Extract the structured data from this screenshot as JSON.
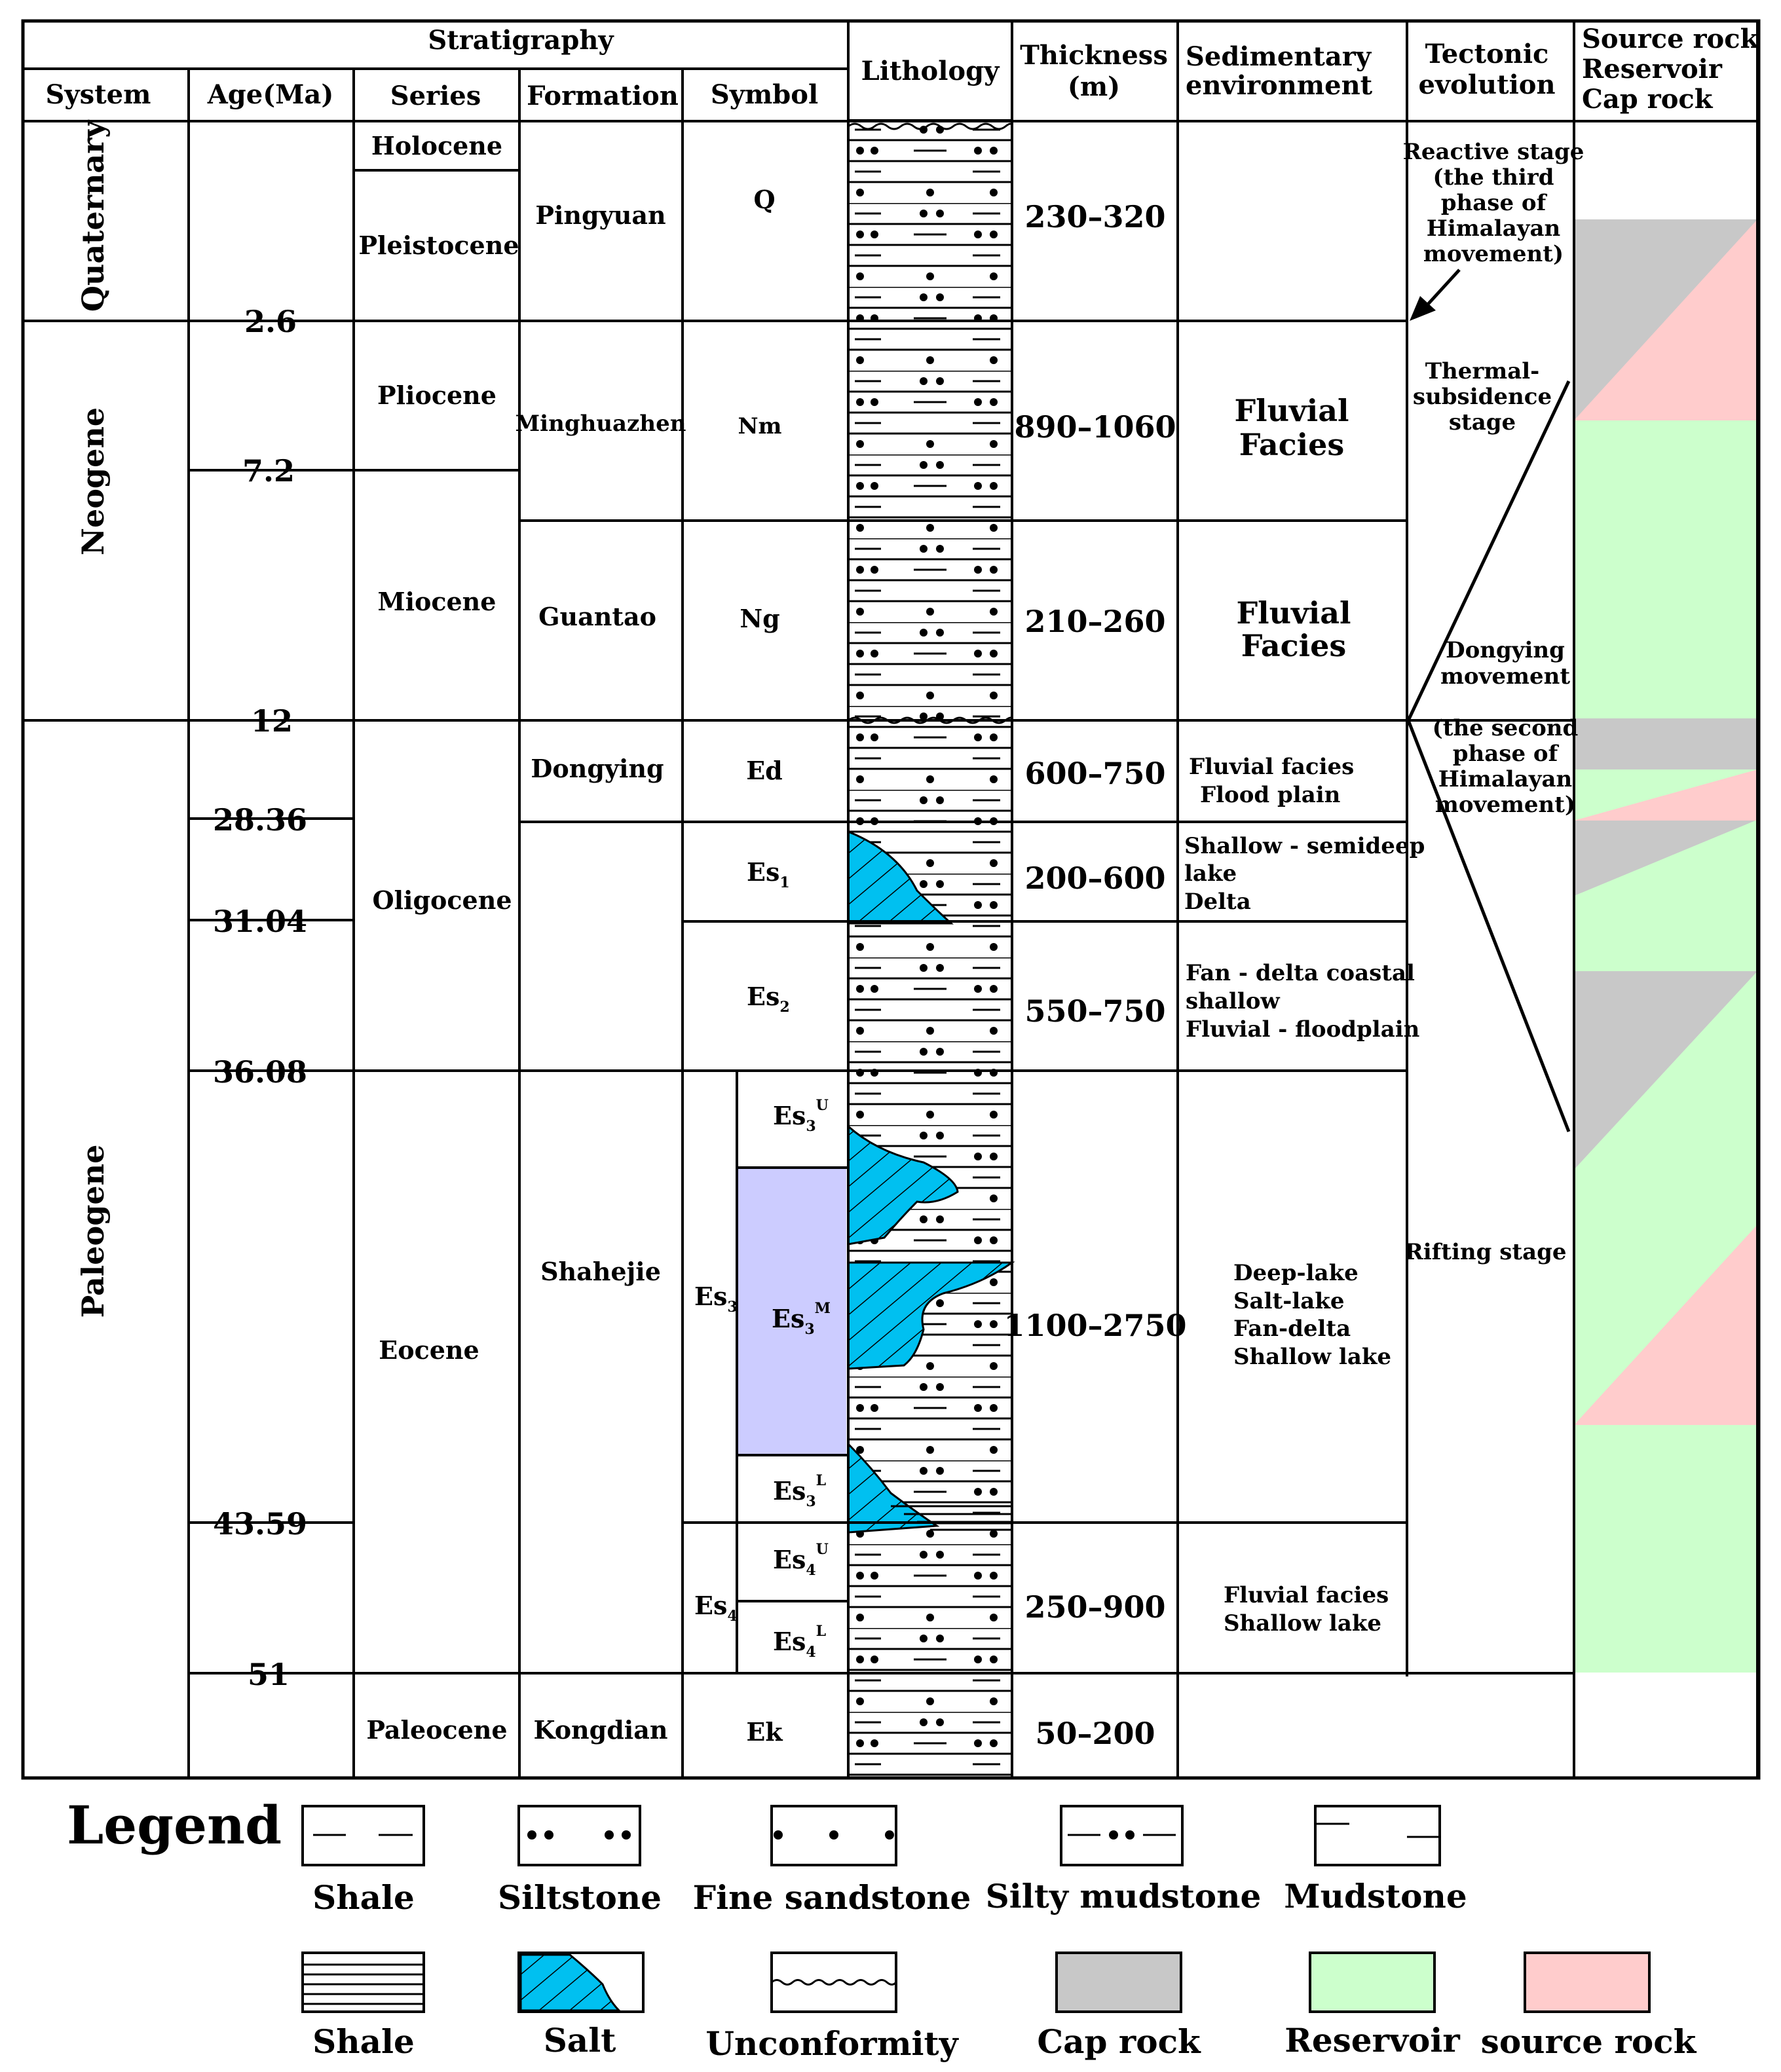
{
  "header": {
    "stratigraphy": "Stratigraphy",
    "system": "System",
    "age": "Age(Ma)",
    "series": "Series",
    "formation": "Formation",
    "symbol": "Symbol",
    "lithology": "Lithology",
    "thickness": [
      "Thickness",
      "(m)"
    ],
    "sedimentary": [
      "Sedimentary",
      "environment"
    ],
    "tectonic": [
      "Tectonic",
      "evolution"
    ],
    "source_rock": [
      "Source rock",
      "Reservoir",
      "Cap rock"
    ]
  },
  "systems": [
    "Quaternary",
    "Neogene",
    "Paleogene"
  ],
  "ages": [
    "2.6",
    "7.2",
    "12",
    "28.36",
    "31.04",
    "36.08",
    "43.59",
    "51"
  ],
  "series": [
    "Holocene",
    "Pleistocene",
    "Pliocene",
    "Miocene",
    "Oligocene",
    "Eocene",
    "Paleocene"
  ],
  "formations": [
    "Pingyuan",
    "Minghuazhen",
    "Guantao",
    "Dongying",
    "Shahejie",
    "Kongdian"
  ],
  "symbols": {
    "q": "Q",
    "nm": "Nm",
    "ng": "Ng",
    "ed": "Ed",
    "es1": {
      "base": "Es",
      "sub": "1"
    },
    "es2": {
      "base": "Es",
      "sub": "2"
    },
    "es3": {
      "base": "Es",
      "sub": "3"
    },
    "es3u": {
      "base": "Es",
      "sub": "3",
      "sup": "U"
    },
    "es3m": {
      "base": "Es",
      "sub": "3",
      "sup": "M"
    },
    "es3l": {
      "base": "Es",
      "sub": "3",
      "sup": "L"
    },
    "es4": {
      "base": "Es",
      "sub": "4"
    },
    "es4u": {
      "base": "Es",
      "sub": "4",
      "sup": "U"
    },
    "es4l": {
      "base": "Es",
      "sub": "4",
      "sup": "L"
    },
    "ek": "Ek"
  },
  "thickness": [
    "230–320",
    "890–1060",
    "210–260",
    "600–750",
    "200–600",
    "550–750",
    "1100–2750",
    "250–900",
    "50–200"
  ],
  "environments": {
    "minghuazhen": [
      "Fluvial",
      "Facies"
    ],
    "guantao": [
      "Fluvial",
      "Facies"
    ],
    "dongying": [
      "Fluvial facies",
      "Flood plain"
    ],
    "es1": [
      "Shallow - semideep",
      "lake",
      "Delta"
    ],
    "es2": [
      "Fan - delta coastal",
      "shallow",
      "Fluvial - floodplain"
    ],
    "es3": [
      "Deep-lake",
      "Salt-lake",
      "Fan-delta",
      "Shallow lake"
    ],
    "es4": [
      "Fluvial facies",
      "Shallow lake"
    ]
  },
  "tectonic": {
    "reactive": [
      "Reactive stage",
      "(the third",
      "phase of",
      "Himalayan",
      "movement)"
    ],
    "thermal": [
      "Thermal-",
      "subsidence",
      "stage"
    ],
    "dongying": [
      "Dongying",
      "movement",
      "",
      "(the second",
      "phase of",
      "Himalayan",
      "movement)"
    ],
    "rifting": "Rifting stage"
  },
  "legend": {
    "title": "Legend",
    "items": [
      "Shale",
      "Siltstone",
      "Fine sandstone",
      "Silty mudstone",
      "Mudstone",
      "Shale",
      "Salt",
      "Unconformity",
      "Cap rock",
      "Reservoir",
      "source rock"
    ]
  },
  "colors": {
    "cap_rock": "#c8c8c8",
    "reservoir": "#ccffcc",
    "source_rock": "#ffcccc",
    "salt": "#00c0f0",
    "es3m_fill": "#ccccff"
  }
}
